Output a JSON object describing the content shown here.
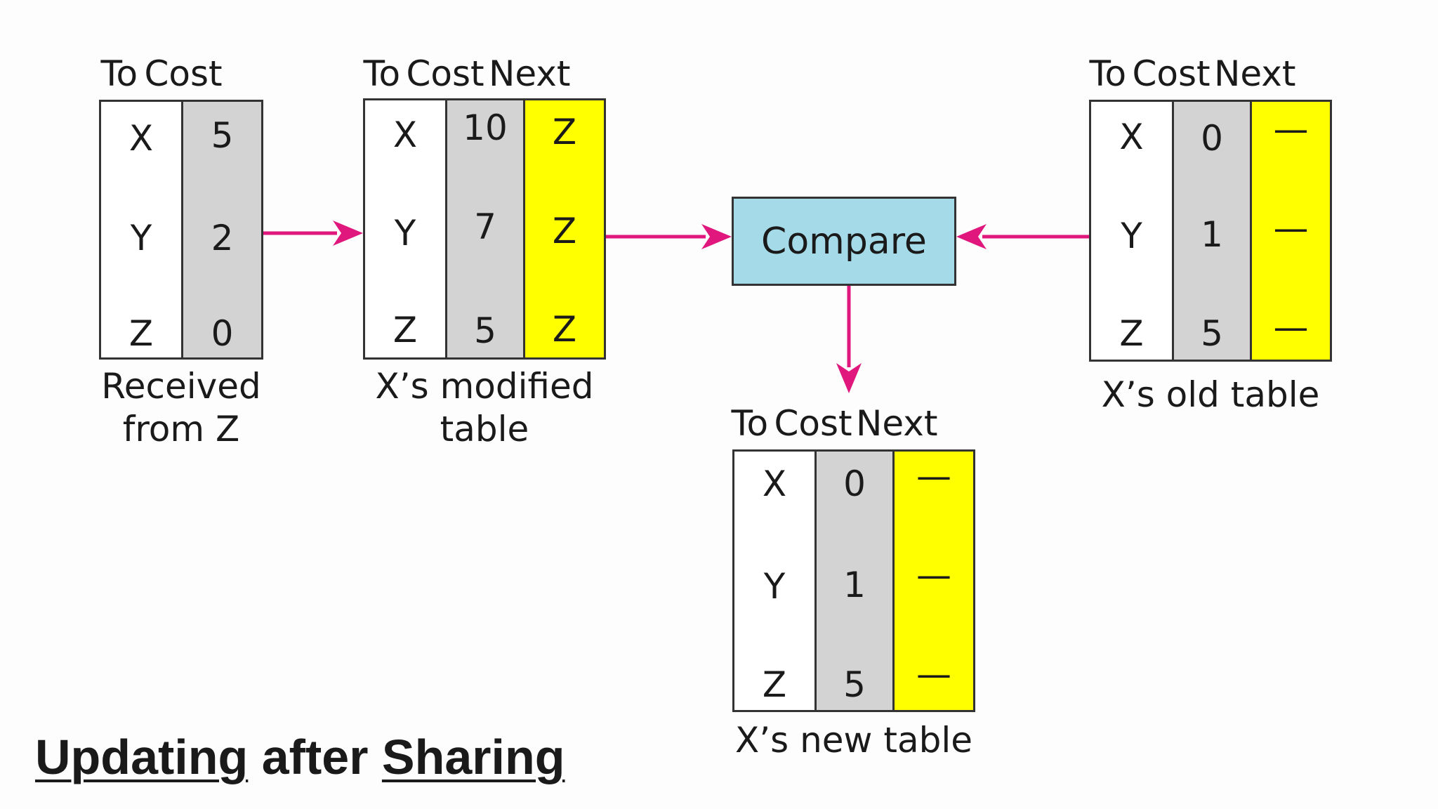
{
  "colors": {
    "arrow": "#e0187d",
    "next_column": "#ffff00",
    "cost_column": "#d3d3d3",
    "compare_box": "#a5dbe8"
  },
  "received": {
    "headers": {
      "to": "To",
      "cost": "Cost"
    },
    "rows": [
      {
        "to": "X",
        "cost": "5"
      },
      {
        "to": "Y",
        "cost": "2"
      },
      {
        "to": "Z",
        "cost": "0"
      }
    ],
    "caption_line1": "Received",
    "caption_line2": "from Z"
  },
  "modified": {
    "headers": {
      "to": "To",
      "cost": "Cost",
      "next": "Next"
    },
    "rows": [
      {
        "to": "X",
        "cost": "10",
        "next": "Z"
      },
      {
        "to": "Y",
        "cost": "7",
        "next": "Z"
      },
      {
        "to": "Z",
        "cost": "5",
        "next": "Z"
      }
    ],
    "caption_line1": "X’s modified",
    "caption_line2": "table"
  },
  "old": {
    "headers": {
      "to": "To",
      "cost": "Cost",
      "next": "Next"
    },
    "rows": [
      {
        "to": "X",
        "cost": "0",
        "next": "—"
      },
      {
        "to": "Y",
        "cost": "1",
        "next": "—"
      },
      {
        "to": "Z",
        "cost": "5",
        "next": "—"
      }
    ],
    "caption": "X’s old table"
  },
  "new_table": {
    "headers": {
      "to": "To",
      "cost": "Cost",
      "next": "Next"
    },
    "rows": [
      {
        "to": "X",
        "cost": "0",
        "next": "—"
      },
      {
        "to": "Y",
        "cost": "1",
        "next": "—"
      },
      {
        "to": "Z",
        "cost": "5",
        "next": "—"
      }
    ],
    "caption": "X’s new table"
  },
  "compare_label": "Compare",
  "title": {
    "word1": "Updating",
    "word2": "after",
    "word3": "Sharing"
  }
}
